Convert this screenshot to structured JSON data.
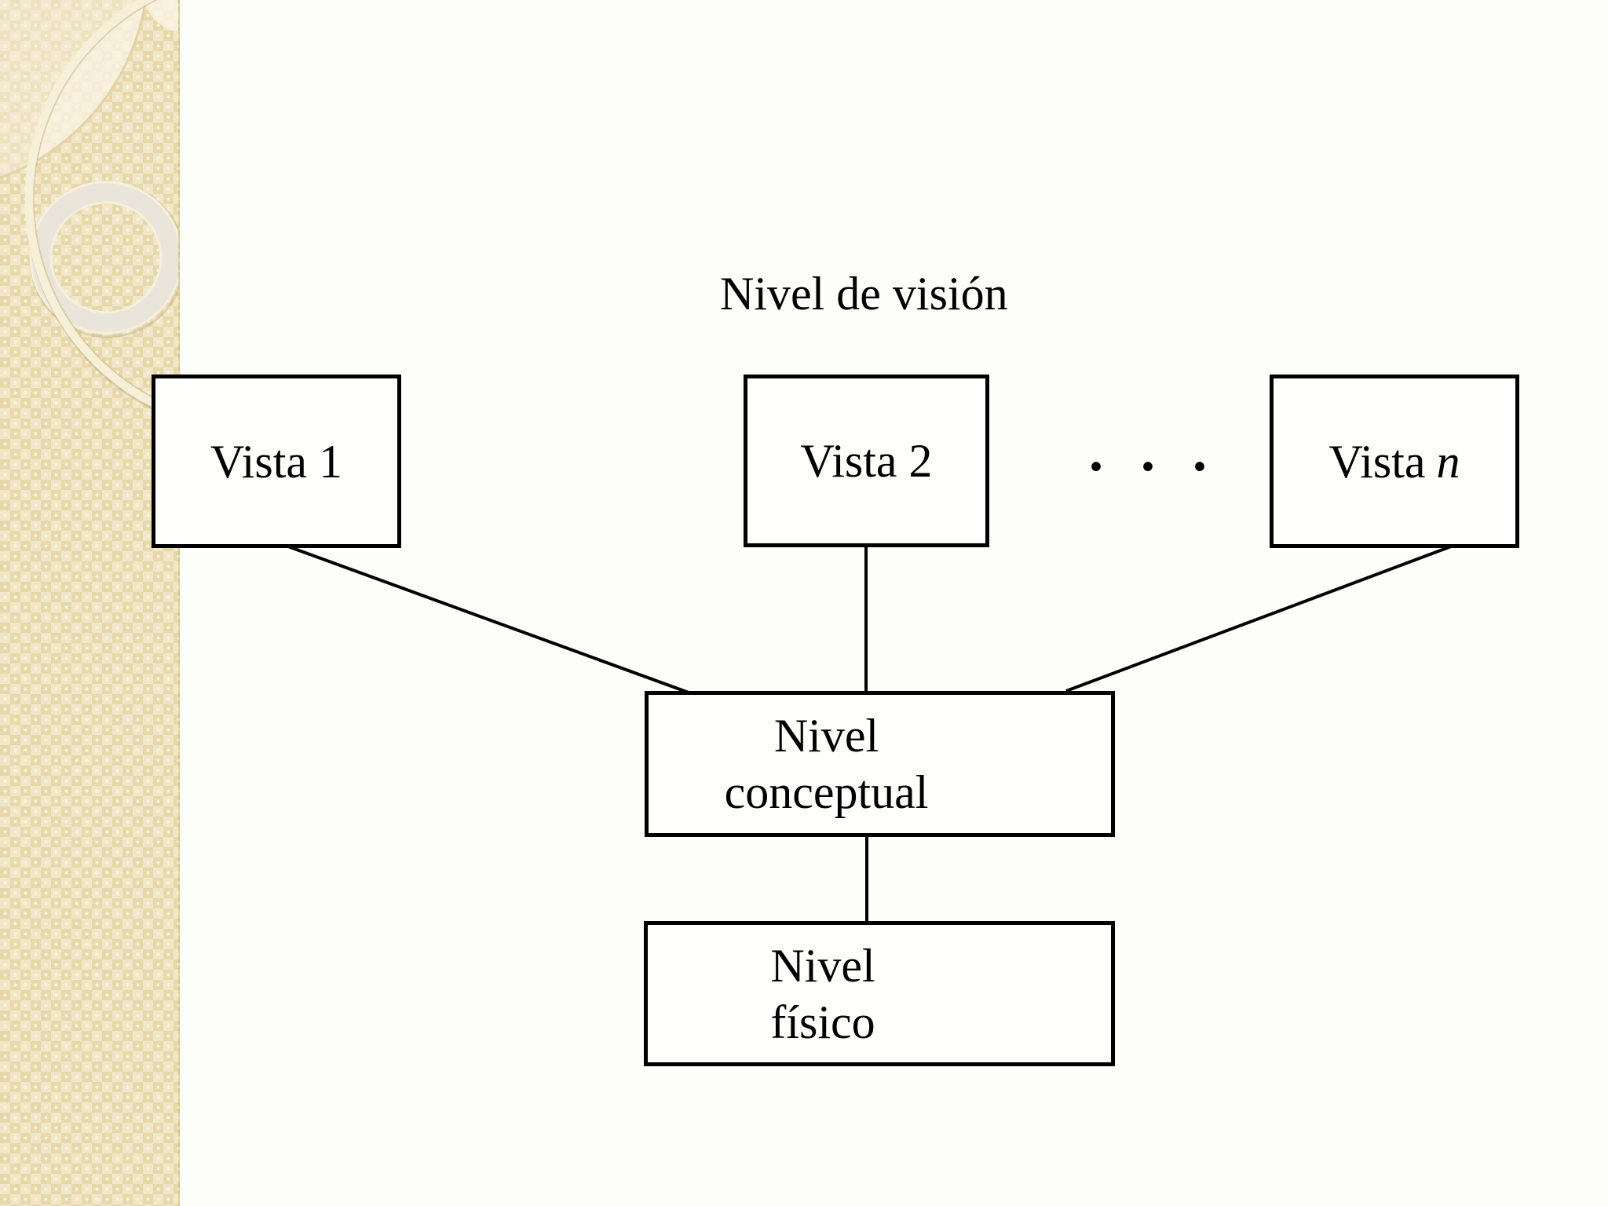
{
  "slide": {
    "title": "Nivel de visión",
    "boxes": {
      "vista1": {
        "label": "Vista 1"
      },
      "vista2": {
        "label": "Vista 2"
      },
      "vistan": {
        "prefix": "Vista",
        "variable": "n"
      },
      "conceptual": {
        "line1": "Nivel",
        "line2": "conceptual"
      },
      "fisico": {
        "line1": "Nivel",
        "line2": "físico"
      }
    },
    "ellipsis": "· · ·",
    "diagram": {
      "type": "hierarchy",
      "levels": [
        "Nivel de visión",
        "Nivel conceptual",
        "Nivel físico"
      ],
      "view_nodes": [
        "Vista 1",
        "Vista 2",
        "Vista n"
      ],
      "edges": [
        [
          "Vista 1",
          "Nivel conceptual"
        ],
        [
          "Vista 2",
          "Nivel conceptual"
        ],
        [
          "Vista n",
          "Nivel conceptual"
        ],
        [
          "Nivel conceptual",
          "Nivel físico"
        ]
      ]
    },
    "colors": {
      "slide_background": "#fdfdfa",
      "sidebar_base": "#ebddb3",
      "sidebar_light": "#f7f0d9",
      "ring": "#e9e5da",
      "ink": "#000000"
    }
  }
}
